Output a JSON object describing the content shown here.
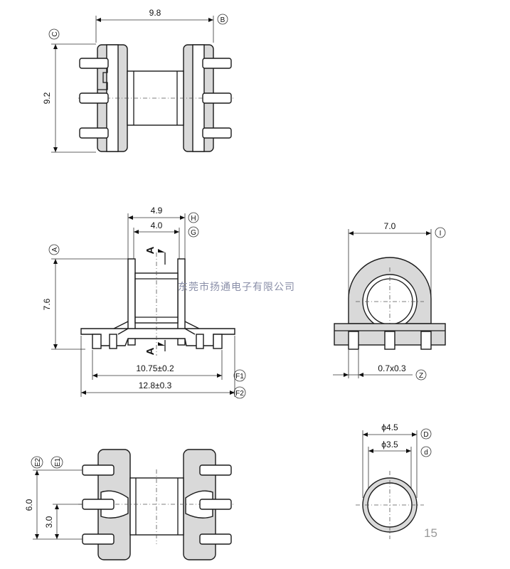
{
  "views": {
    "top": {
      "width_dim": "9.8",
      "height_dim": "9.2",
      "width_ref": "B",
      "height_ref": "C"
    },
    "front": {
      "top_width_dim": "4.9",
      "top_width_ref": "H",
      "inner_width_dim": "4.0",
      "inner_width_ref": "G",
      "height_dim": "7.6",
      "height_ref": "A",
      "section_label_top": "A",
      "section_label_bottom": "A",
      "pin_span_dim": "10.75±0.2",
      "pin_span_ref": "F1",
      "overall_dim": "12.8±0.3",
      "overall_ref": "F2"
    },
    "side": {
      "width_dim": "7.0",
      "width_ref": "I",
      "pin_dim": "0.7x0.3",
      "pin_ref": "Z"
    },
    "bottom": {
      "pitch_dim": "6.0",
      "pitch_ref": "E2",
      "half_pitch_dim": "3.0",
      "half_pitch_ref": "E1"
    },
    "section": {
      "outer_dia_dim": "ϕ4.5",
      "outer_ref": "D",
      "inner_dia_dim": "ϕ3.5",
      "inner_ref": "d"
    }
  },
  "watermark": "东莞市扬通电子有限公司",
  "page_number": "15"
}
